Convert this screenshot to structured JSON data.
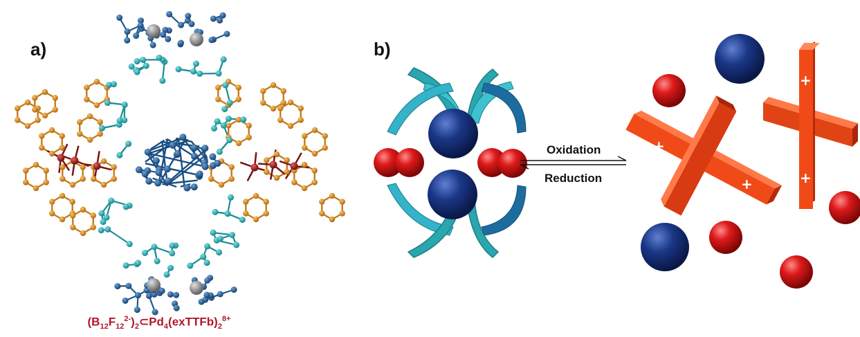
{
  "panel_a": {
    "label": "a)",
    "caption": {
      "parts": [
        "(B",
        "12",
        "F",
        "12",
        "2-",
        ")",
        "2",
        "⊂Pd",
        "4",
        "(exTTFb)",
        "2",
        "8+"
      ],
      "color": "#b0182a"
    }
  },
  "panel_b": {
    "label": "b)",
    "forward_label": "Oxidation",
    "reverse_label": "Reduction",
    "plus_sign": "+"
  },
  "colors": {
    "cage_blue": "#1f5a8c",
    "cage_teal": "#2aa6ae",
    "cage_orange": "#d98a1e",
    "cage_dark_red": "#7a1010",
    "cage_gray": "#8a8a8a",
    "tweezer_cyan": "#34b3c9",
    "ball_blue": "#15317a",
    "ball_red": "#d0141a",
    "bar_orange": "#f04a18"
  }
}
